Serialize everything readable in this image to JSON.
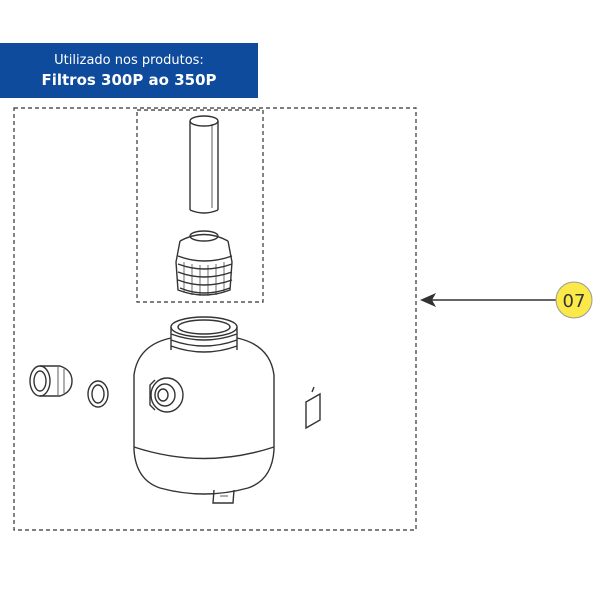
{
  "banner": {
    "line1": "Utilizado nos produtos:",
    "line2": "Filtros 300P ao 350P"
  },
  "callout": {
    "label": "07"
  },
  "colors": {
    "banner_bg": "#0f4b9c",
    "banner_text": "#ffffff",
    "callout_fill": "#fbe94a",
    "line": "#333333"
  },
  "icons": {
    "tube": "pipe-icon",
    "diffuser": "diffuser-icon",
    "tank": "filter-tank-icon",
    "drain_plug": "drain-plug-icon",
    "o_ring": "o-ring-icon",
    "label_tag": "label-tag-icon"
  }
}
